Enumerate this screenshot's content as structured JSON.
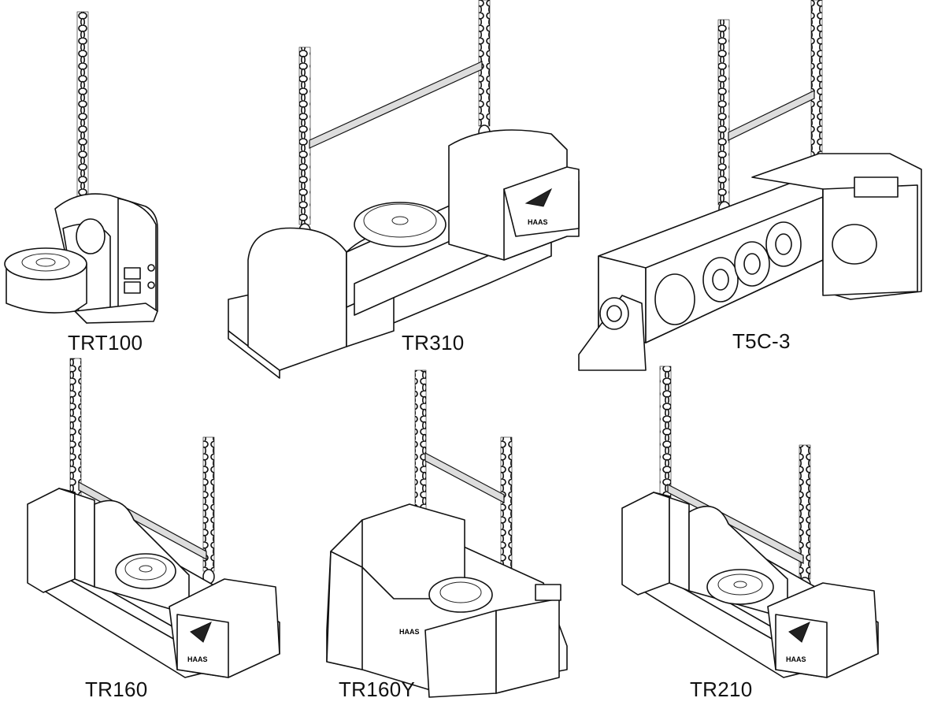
{
  "units": [
    {
      "id": "trt100",
      "label": "TRT100"
    },
    {
      "id": "tr310",
      "label": "TR310"
    },
    {
      "id": "t5c3",
      "label": "T5C-3"
    },
    {
      "id": "tr160",
      "label": "TR160"
    },
    {
      "id": "tr160y",
      "label": "TR160Y"
    },
    {
      "id": "tr210",
      "label": "TR210"
    }
  ],
  "logo_text": "HAAS"
}
